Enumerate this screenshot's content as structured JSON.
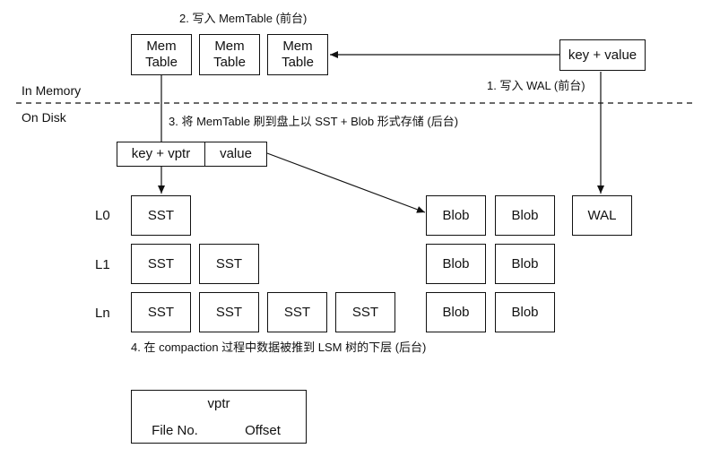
{
  "zones": {
    "in_memory": "In Memory",
    "on_disk": "On Disk"
  },
  "steps": {
    "step1": "1. 写入 WAL (前台)",
    "step2": "2. 写入 MemTable (前台)",
    "step3": "3. 将 MemTable 刷到盘上以 SST + Blob 形式存储 (后台)",
    "step4": "4. 在 compaction 过程中数据被推到 LSM 树的下层 (后台)"
  },
  "memtables": [
    "Mem\nTable",
    "Mem\nTable",
    "Mem\nTable"
  ],
  "input": {
    "label": "key + value"
  },
  "record": {
    "key_vptr": "key + vptr",
    "value": "value"
  },
  "levels": {
    "l0": {
      "label": "L0",
      "sst": [
        "SST"
      ],
      "blobs": [
        "Blob",
        "Blob"
      ],
      "wal": "WAL"
    },
    "l1": {
      "label": "L1",
      "sst": [
        "SST",
        "SST"
      ],
      "blobs": [
        "Blob",
        "Blob"
      ]
    },
    "ln": {
      "label": "Ln",
      "sst": [
        "SST",
        "SST",
        "SST",
        "SST"
      ],
      "blobs": [
        "Blob",
        "Blob"
      ]
    }
  },
  "vptr_table": {
    "title": "vptr",
    "file_no": "File No.",
    "offset": "Offset"
  }
}
